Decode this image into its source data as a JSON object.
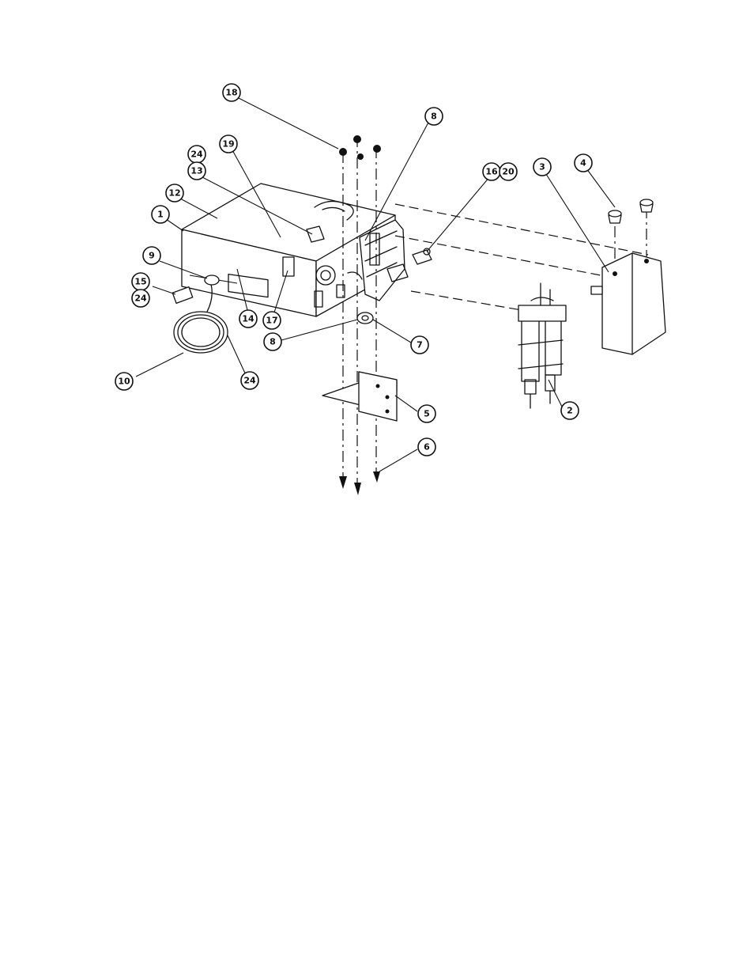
{
  "diagram": {
    "type": "exploded-parts-view",
    "callouts": [
      {
        "id": "c18",
        "label": "18"
      },
      {
        "id": "c8a",
        "label": "8"
      },
      {
        "id": "c19",
        "label": "19"
      },
      {
        "id": "c24a",
        "label": "24"
      },
      {
        "id": "c13",
        "label": "13"
      },
      {
        "id": "c12",
        "label": "12"
      },
      {
        "id": "c1",
        "label": "1"
      },
      {
        "id": "c9",
        "label": "9"
      },
      {
        "id": "c15",
        "label": "15"
      },
      {
        "id": "c24b",
        "label": "24"
      },
      {
        "id": "c14",
        "label": "14"
      },
      {
        "id": "c17",
        "label": "17"
      },
      {
        "id": "c10",
        "label": "10"
      },
      {
        "id": "c24c",
        "label": "24"
      },
      {
        "id": "c8b",
        "label": "8"
      },
      {
        "id": "c7",
        "label": "7"
      },
      {
        "id": "c16",
        "label": "16"
      },
      {
        "id": "c20",
        "label": "20"
      },
      {
        "id": "c3",
        "label": "3"
      },
      {
        "id": "c4",
        "label": "4"
      },
      {
        "id": "c5",
        "label": "5"
      },
      {
        "id": "c6",
        "label": "6"
      },
      {
        "id": "c2",
        "label": "2"
      }
    ]
  }
}
